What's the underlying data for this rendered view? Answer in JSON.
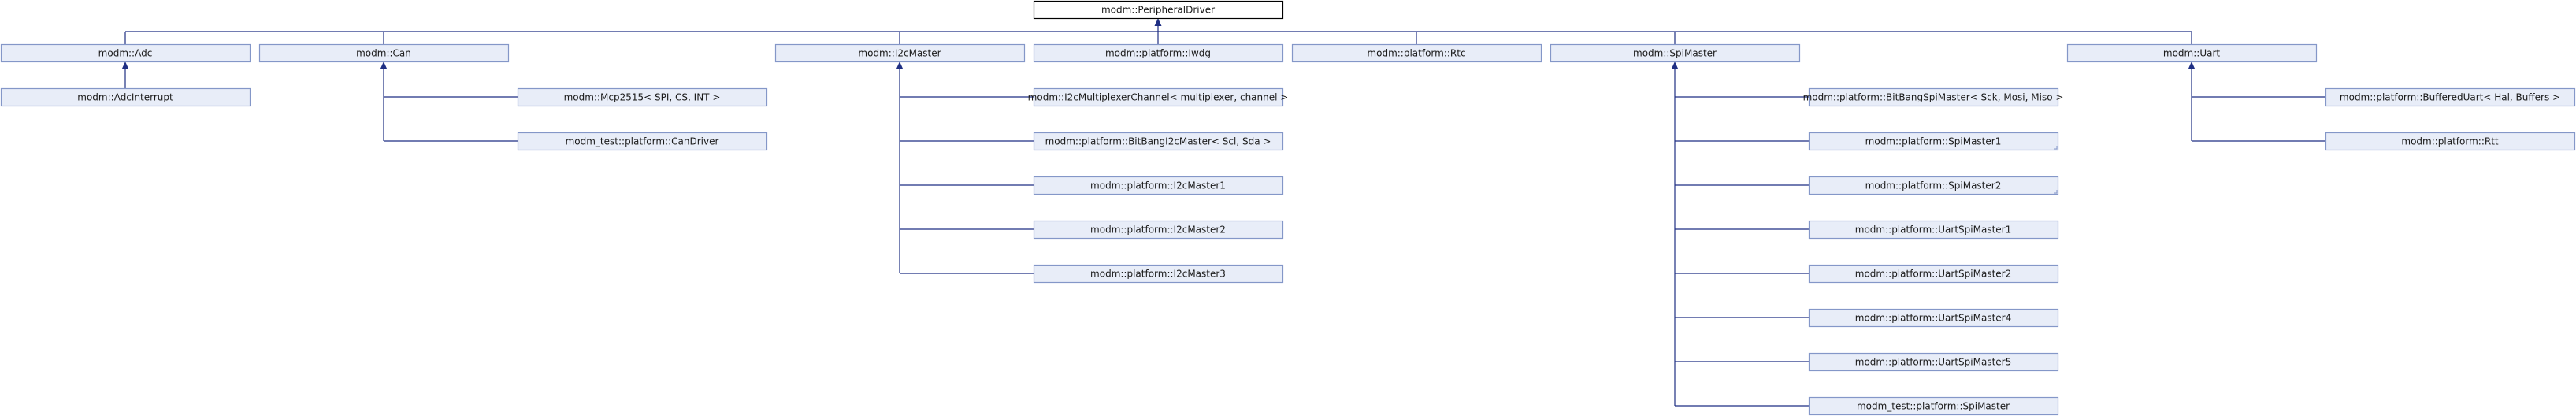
{
  "nodes": [
    {
      "id": "root",
      "label": "modm::PeripheralDriver"
    },
    {
      "id": "adc",
      "label": "modm::Adc"
    },
    {
      "id": "can",
      "label": "modm::Can"
    },
    {
      "id": "i2cmaster",
      "label": "modm::I2cMaster"
    },
    {
      "id": "iwdg",
      "label": "modm::platform::Iwdg"
    },
    {
      "id": "rtc",
      "label": "modm::platform::Rtc"
    },
    {
      "id": "spimaster",
      "label": "modm::SpiMaster"
    },
    {
      "id": "uart",
      "label": "modm::Uart"
    },
    {
      "id": "adcinterrupt",
      "label": "modm::AdcInterrupt"
    },
    {
      "id": "mcp2515",
      "label": "modm::Mcp2515< SPI, CS, INT >"
    },
    {
      "id": "candriver",
      "label": "modm_test::platform::CanDriver"
    },
    {
      "id": "i2cmux",
      "label": "modm::I2cMultiplexerChannel< multiplexer, channel >"
    },
    {
      "id": "bitbangi2c",
      "label": "modm::platform::BitBangI2cMaster< Scl, Sda >"
    },
    {
      "id": "i2c1",
      "label": "modm::platform::I2cMaster1"
    },
    {
      "id": "i2c2",
      "label": "modm::platform::I2cMaster2"
    },
    {
      "id": "i2c3",
      "label": "modm::platform::I2cMaster3"
    },
    {
      "id": "bitbangspi",
      "label": "modm::platform::BitBangSpiMaster< Sck, Mosi, Miso >"
    },
    {
      "id": "spi1",
      "label": "modm::platform::SpiMaster1"
    },
    {
      "id": "spi2",
      "label": "modm::platform::SpiMaster2"
    },
    {
      "id": "uartspi1",
      "label": "modm::platform::UartSpiMaster1"
    },
    {
      "id": "uartspi2",
      "label": "modm::platform::UartSpiMaster2"
    },
    {
      "id": "uartspi4",
      "label": "modm::platform::UartSpiMaster4"
    },
    {
      "id": "uartspi5",
      "label": "modm::platform::UartSpiMaster5"
    },
    {
      "id": "testspi",
      "label": "modm_test::platform::SpiMaster"
    },
    {
      "id": "buffereduart",
      "label": "modm::platform::BufferedUart< Hal, Buffers >"
    },
    {
      "id": "rtt",
      "label": "modm::platform::Rtt"
    }
  ],
  "edges": [
    {
      "from": "adc",
      "to": "root"
    },
    {
      "from": "can",
      "to": "root"
    },
    {
      "from": "i2cmaster",
      "to": "root"
    },
    {
      "from": "iwdg",
      "to": "root"
    },
    {
      "from": "rtc",
      "to": "root"
    },
    {
      "from": "spimaster",
      "to": "root"
    },
    {
      "from": "uart",
      "to": "root"
    },
    {
      "from": "adcinterrupt",
      "to": "adc"
    },
    {
      "from": "mcp2515",
      "to": "can"
    },
    {
      "from": "candriver",
      "to": "can"
    },
    {
      "from": "i2cmux",
      "to": "i2cmaster"
    },
    {
      "from": "bitbangi2c",
      "to": "i2cmaster"
    },
    {
      "from": "i2c1",
      "to": "i2cmaster"
    },
    {
      "from": "i2c2",
      "to": "i2cmaster"
    },
    {
      "from": "i2c3",
      "to": "i2cmaster"
    },
    {
      "from": "bitbangspi",
      "to": "spimaster"
    },
    {
      "from": "spi1",
      "to": "spimaster"
    },
    {
      "from": "spi2",
      "to": "spimaster"
    },
    {
      "from": "uartspi1",
      "to": "spimaster"
    },
    {
      "from": "uartspi2",
      "to": "spimaster"
    },
    {
      "from": "uartspi4",
      "to": "spimaster"
    },
    {
      "from": "uartspi5",
      "to": "spimaster"
    },
    {
      "from": "testspi",
      "to": "spimaster"
    },
    {
      "from": "buffereduart",
      "to": "uart"
    },
    {
      "from": "rtt",
      "to": "uart"
    }
  ],
  "colors": {
    "node_fill": "#e8edf8",
    "node_border": "#8497c8",
    "root_border": "#000000",
    "edge": "#1f2f83"
  }
}
